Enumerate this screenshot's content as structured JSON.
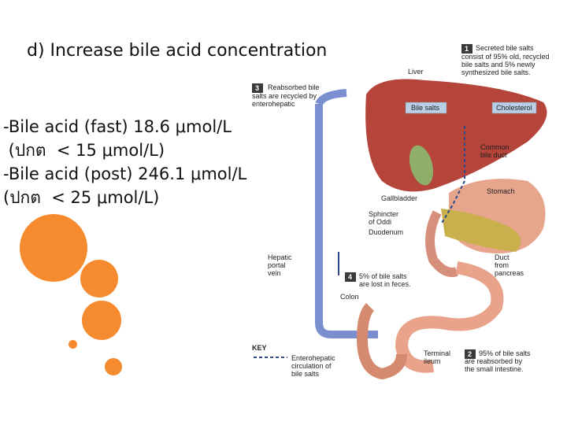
{
  "slide": {
    "title": "d) Increase bile acid concentration",
    "lines": [
      "-Bile acid (fast) 18.6 μmol/L",
      " (ปกต  < 15 μmol/L)",
      "-Bile acid (post) 246.1 μmol/L",
      "(ปกต  < 25 μmol/L)"
    ]
  },
  "figure": {
    "step1": {
      "num": "1",
      "lines": [
        "Secreted bile salts",
        "consist of 95% old, recycled",
        "bile salts and 5% newly",
        "synthesized bile salts."
      ]
    },
    "step2": {
      "num": "2",
      "lines": [
        "95% of bile salts",
        "are reabsorbed by",
        "the small intestine."
      ]
    },
    "step3": {
      "num": "3",
      "lines": [
        "Reabsorbed bile",
        "salts are recycled by",
        "enterohepatic"
      ]
    },
    "step4": {
      "num": "4",
      "lines": [
        "5% of bile salts",
        "are lost in feces."
      ]
    },
    "labels": {
      "liver": "Liver",
      "bile_salts": "Bile salts",
      "cholesterol": "Cholesterol",
      "common_bile_duct_1": "Common",
      "common_bile_duct_2": "bile duct",
      "stomach": "Stomach",
      "gallbladder": "Gallbladder",
      "sphincter_1": "Sphincter",
      "sphincter_2": "of Oddi",
      "duodenum": "Duodenum",
      "hepatic_1": "Hepatic",
      "hepatic_2": "portal",
      "hepatic_3": "vein",
      "duct_1": "Duct",
      "duct_2": "from",
      "duct_3": "pancreas",
      "colon": "Colon",
      "terminal_1": "Terminal",
      "terminal_2": "ileum",
      "key_title": "KEY",
      "key_1": "Enterohepatic",
      "key_2": "circulation of",
      "key_3": "bile salts"
    }
  },
  "colors": {
    "accent": "#f58a2e",
    "liver": "#b5443a",
    "vessel": "#7b8fd0",
    "label_box": "#b9cfe8",
    "step_box": "#3a3a3a"
  }
}
